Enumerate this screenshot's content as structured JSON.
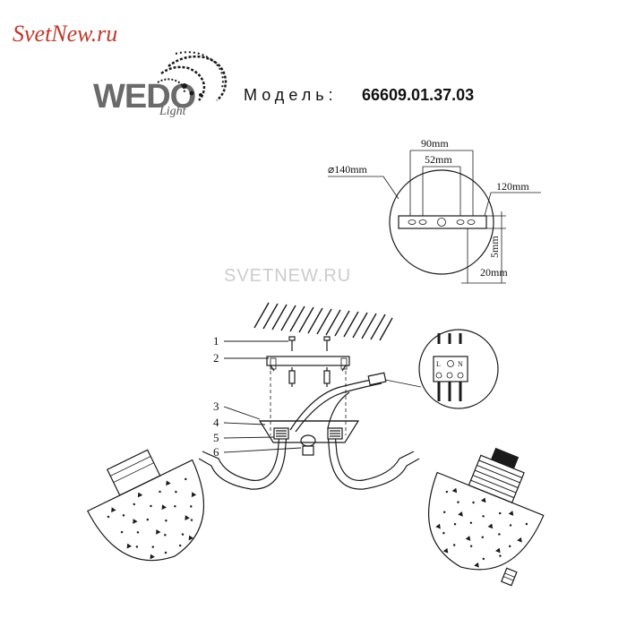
{
  "header": {
    "site_name": "SvetNew.ru",
    "brand_main": "WEDO",
    "brand_sub": "Light",
    "model_label": "Модель:",
    "model_number": "66609.01.37.03"
  },
  "watermark": "SVETNEW.RU",
  "dimensions": {
    "diameter": "⌀140mm",
    "width_outer": "90mm",
    "width_inner": "52mm",
    "width_plate": "120mm",
    "height_small": "5mm",
    "height_plate": "20mm"
  },
  "parts": [
    {
      "num": "1"
    },
    {
      "num": "2"
    },
    {
      "num": "3"
    },
    {
      "num": "4"
    },
    {
      "num": "5"
    },
    {
      "num": "6"
    }
  ],
  "terminal": {
    "label_l": "L",
    "label_n": "N"
  },
  "colors": {
    "site_red": "#c0392b",
    "site_orange": "#d98a2b",
    "brand_grey": "#666666",
    "line": "#1a1a1a"
  }
}
